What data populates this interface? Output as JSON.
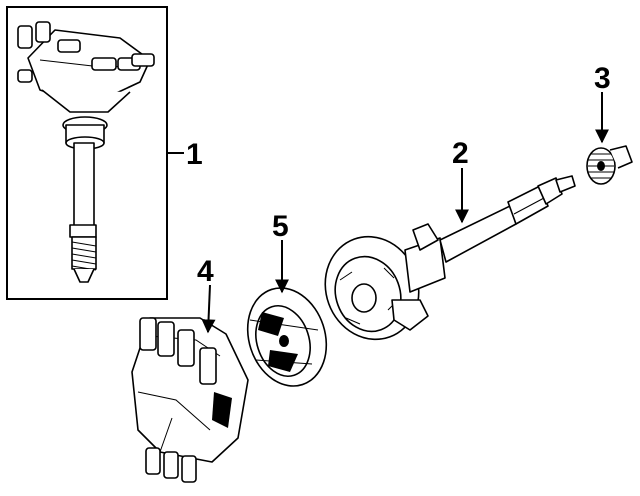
{
  "callouts": {
    "c1": "1",
    "c2": "2",
    "c3": "3",
    "c4": "4",
    "c5": "5"
  }
}
